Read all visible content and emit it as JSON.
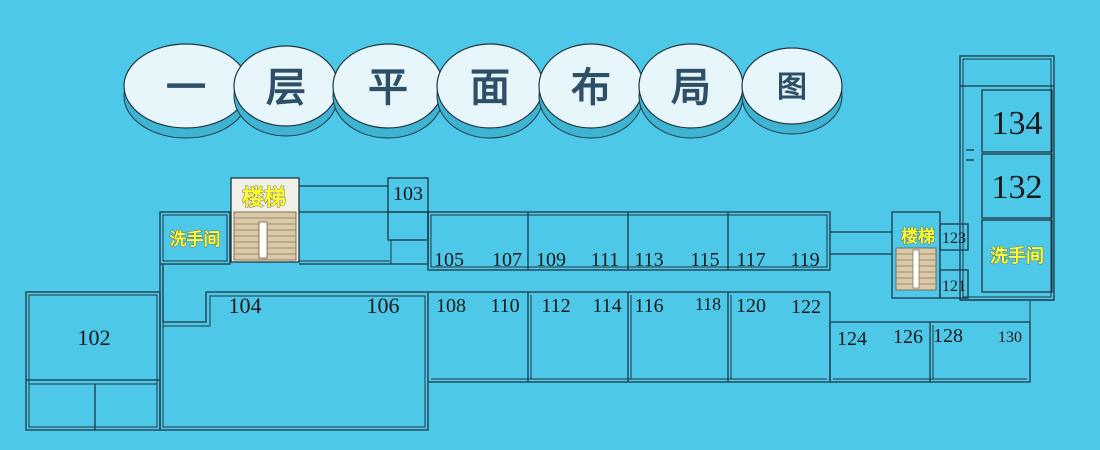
{
  "title": {
    "chars": [
      "一",
      "层",
      "平",
      "面",
      "布",
      "局",
      "图"
    ]
  },
  "labels": {
    "stairs_left": "楼梯",
    "stairs_right": "楼梯",
    "washroom_left": "洗手间",
    "washroom_right": "洗手间"
  },
  "rooms": {
    "r102": "102",
    "r103": "103",
    "r104": "104",
    "r105": "105",
    "r106": "106",
    "r107": "107",
    "r108": "108",
    "r109": "109",
    "r110": "110",
    "r111": "111",
    "r112": "112",
    "r113": "113",
    "r114": "114",
    "r115": "115",
    "r116": "116",
    "r117": "117",
    "r118": "118",
    "r119": "119",
    "r120": "120",
    "r121": "121",
    "r122": "122",
    "r123": "123",
    "r124": "124",
    "r126": "126",
    "r128": "128",
    "r130": "130",
    "r132": "132",
    "r134": "134"
  },
  "colors": {
    "background": "#4ec8e8",
    "bubble": "#e6f6fa",
    "wall": "#1f3640",
    "label_yellow": "#ffff33",
    "stair_tan": "#d9c9a8"
  }
}
